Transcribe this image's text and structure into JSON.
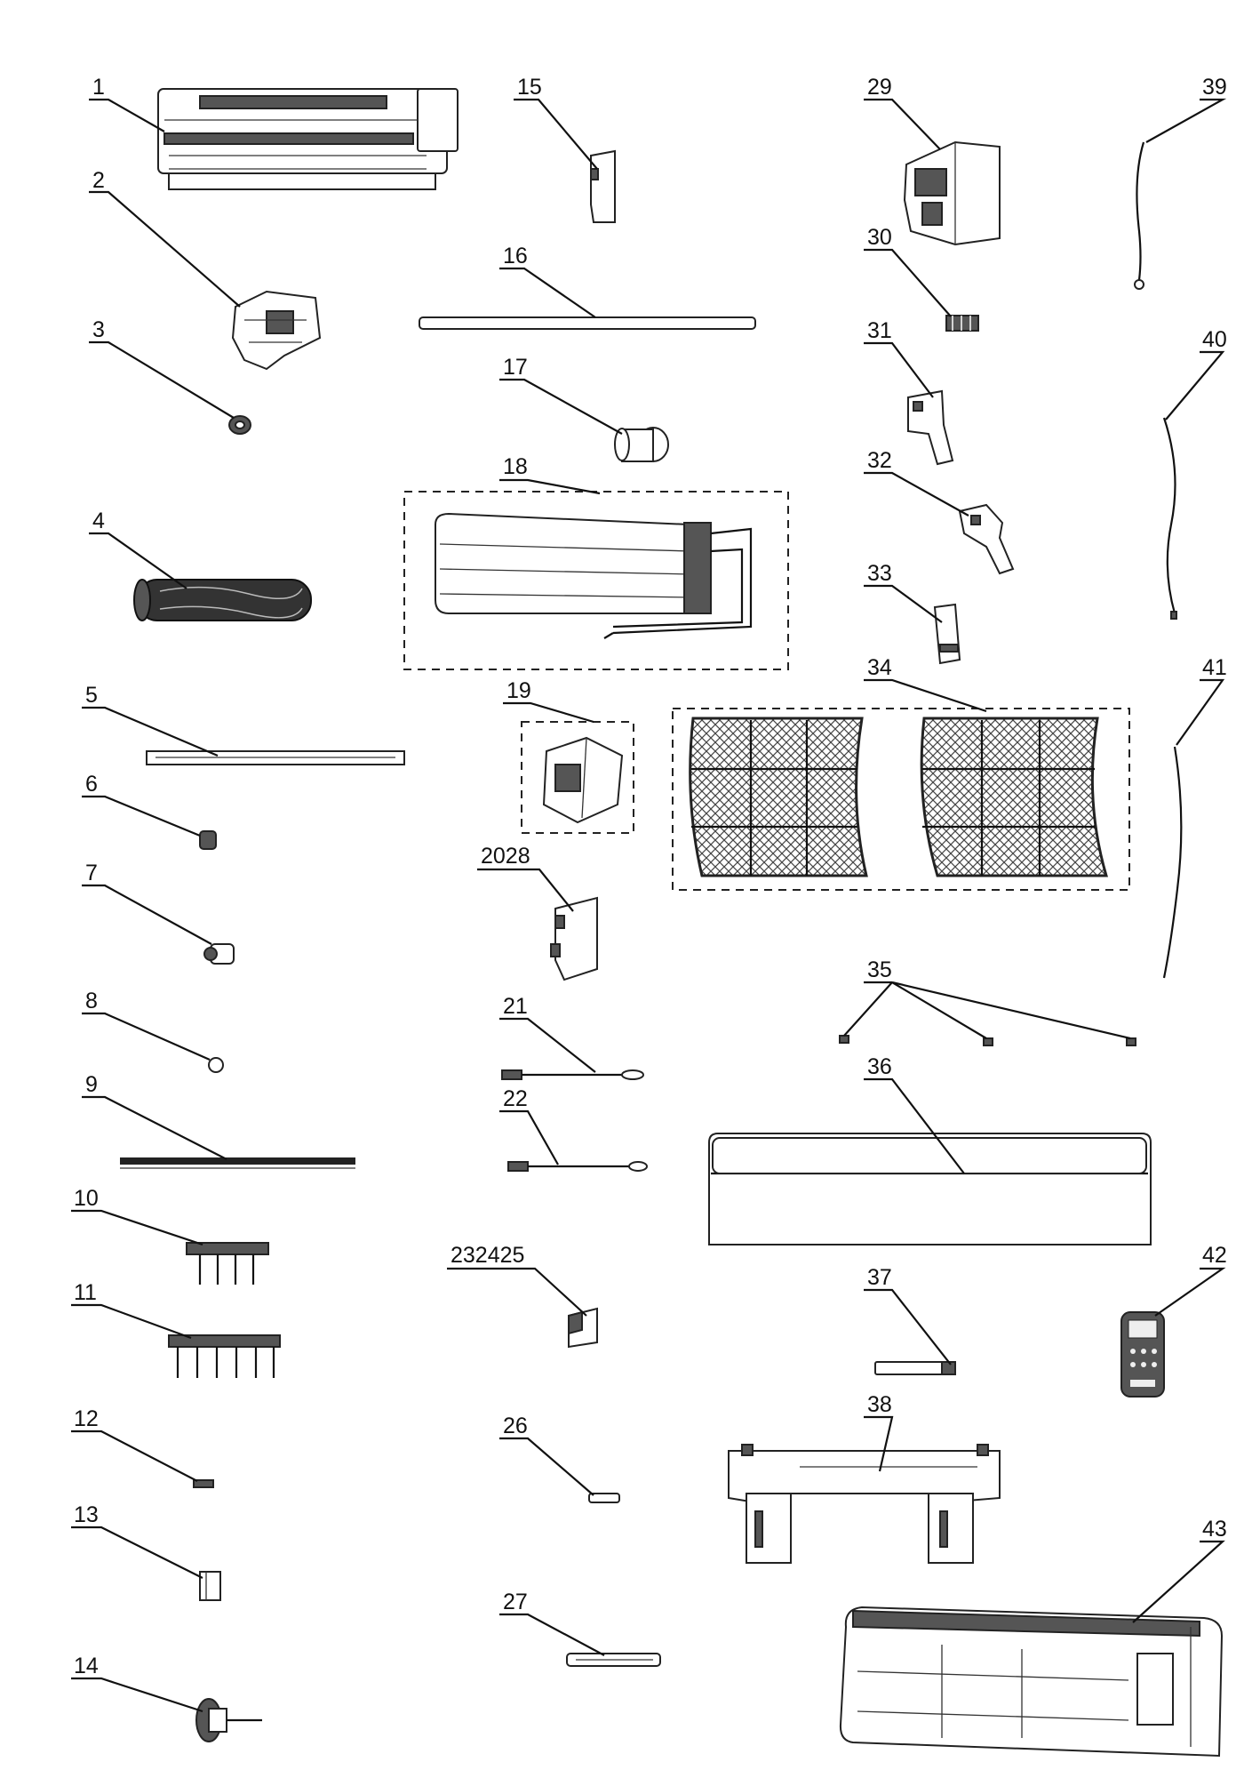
{
  "labels": {
    "p1": "1",
    "p2": "2",
    "p3": "3",
    "p4": "4",
    "p5": "5",
    "p6": "6",
    "p7": "7",
    "p8": "8",
    "p9": "9",
    "p10": "10",
    "p11": "11",
    "p12": "12",
    "p13": "13",
    "p14": "14",
    "p15": "15",
    "p16": "16",
    "p17": "17",
    "p18": "18",
    "p19": "19",
    "p20": "2028",
    "p21": "21",
    "p22": "22",
    "p23": "232425",
    "p26": "26",
    "p27": "27",
    "p29": "29",
    "p30": "30",
    "p31": "31",
    "p32": "32",
    "p33": "33",
    "p34": "34",
    "p35": "35",
    "p36": "36",
    "p37": "37",
    "p38": "38",
    "p39": "39",
    "p40": "40",
    "p41": "41",
    "p42": "42",
    "p43": "43"
  }
}
